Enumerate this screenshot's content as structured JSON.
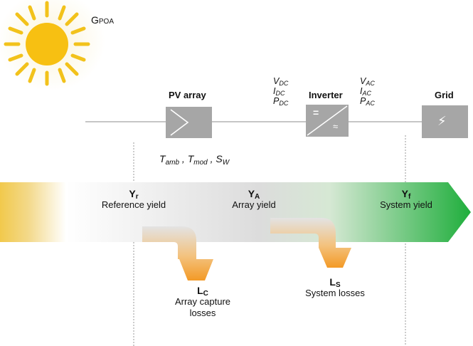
{
  "irradiance": {
    "base": "G",
    "sub": "POA"
  },
  "components": {
    "pv_array": "PV array",
    "inverter": "Inverter",
    "grid": "Grid"
  },
  "dc_vars": [
    {
      "base": "V",
      "sub": "DC"
    },
    {
      "base": "I",
      "sub": "DC"
    },
    {
      "base": "P",
      "sub": "DC"
    }
  ],
  "ac_vars": [
    {
      "base": "V",
      "sub": "AC"
    },
    {
      "base": "I",
      "sub": "AC"
    },
    {
      "base": "P",
      "sub": "AC"
    }
  ],
  "env_vars": [
    {
      "base": "T",
      "sub": "amb"
    },
    {
      "base": "T",
      "sub": "mod"
    },
    {
      "base": "S",
      "sub": "W"
    }
  ],
  "inverter_symbols": {
    "dc": "=",
    "ac": "≈"
  },
  "grid_symbol": "⚡",
  "yields": {
    "reference": {
      "base": "Y",
      "sub": "r",
      "label": "Reference yield"
    },
    "array": {
      "base": "Y",
      "sub": "A",
      "label": "Array yield"
    },
    "final": {
      "base": "Y",
      "sub": "f",
      "label": "System yield"
    }
  },
  "losses": {
    "capture": {
      "base": "L",
      "sub": "C",
      "label_line1": "Array capture",
      "label_line2": "losses"
    },
    "system": {
      "base": "L",
      "sub": "S",
      "label": "System losses"
    }
  },
  "colors": {
    "sun": "#f7c012",
    "sun_rays": "#f2c21b",
    "block_gray": "#a6a6a6",
    "yield_start": "#f2c94c",
    "yield_mid": "#d9d9d9",
    "yield_end": "#1fae3c",
    "loss_arrow": "#f39a26"
  }
}
